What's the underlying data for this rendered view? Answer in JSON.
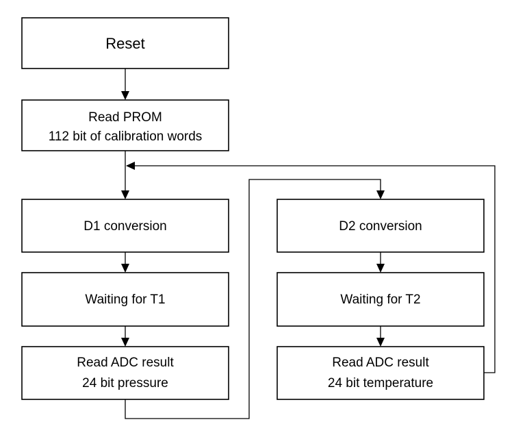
{
  "boxes": {
    "reset": {
      "lines": [
        "Reset"
      ]
    },
    "read_prom": {
      "lines": [
        "Read PROM",
        "112 bit of calibration words"
      ]
    },
    "d1_conversion": {
      "lines": [
        "D1 conversion"
      ]
    },
    "waiting_t1": {
      "lines": [
        "Waiting for T1"
      ]
    },
    "read_adc_pressure": {
      "lines": [
        "Read ADC result",
        "24 bit pressure"
      ]
    },
    "d2_conversion": {
      "lines": [
        "D2 conversion"
      ]
    },
    "waiting_t2": {
      "lines": [
        "Waiting for T2"
      ]
    },
    "read_adc_temperature": {
      "lines": [
        "Read ADC result",
        "24 bit  temperature"
      ]
    }
  }
}
